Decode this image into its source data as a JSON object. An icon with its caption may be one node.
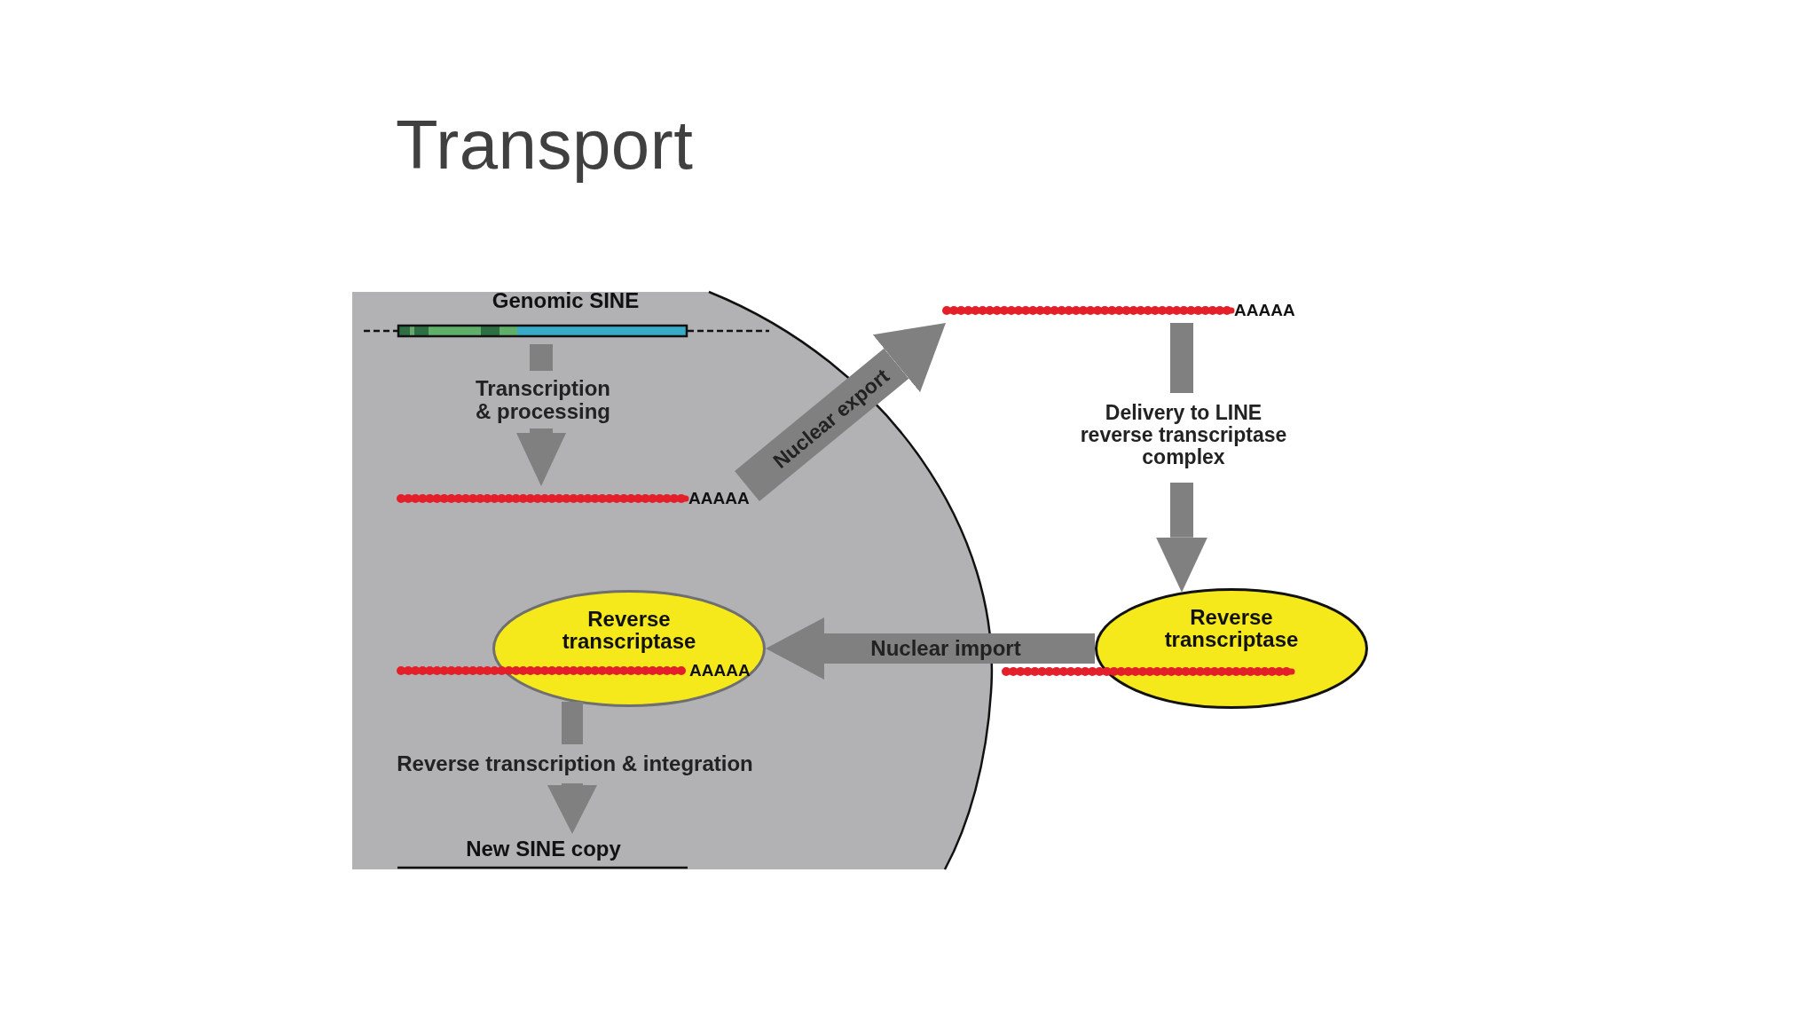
{
  "diagram": {
    "title": "Transport",
    "nodes": [
      {
        "text": [
          "Genomic SINE"
        ]
      },
      {
        "text": [
          "AAAAA"
        ]
      },
      {
        "text": [
          "AAAAA"
        ]
      },
      {
        "text": [
          "Reverse transcriptase"
        ]
      },
      {
        "text": [
          "Reverse transcriptase",
          "AAAAA"
        ]
      },
      {
        "text": [
          "New SINE copy"
        ]
      }
    ],
    "edges": [
      {
        "from": 0,
        "to": 1,
        "arrow": "to",
        "label": "Transcription & processing"
      },
      {
        "from": 1,
        "to": 2,
        "arrow": "to",
        "label": "Nuclear export"
      },
      {
        "from": 2,
        "to": 3,
        "arrow": "to",
        "label": "Delivery to LINE reverse transcriptase complex"
      },
      {
        "from": 3,
        "to": 4,
        "arrow": "to",
        "label": "Nuclear import"
      },
      {
        "from": 4,
        "to": 5,
        "arrow": "to",
        "label": "Reverse transcription & integration"
      }
    ]
  }
}
